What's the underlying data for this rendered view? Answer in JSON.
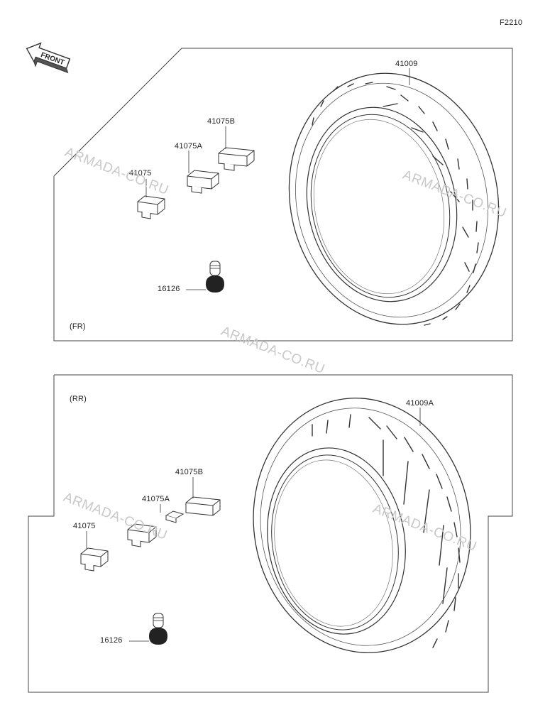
{
  "figure_code": "F2210",
  "front_label": "FRONT",
  "watermark": "ARMADA-CO.RU",
  "front_section": {
    "tag": "(FR)",
    "parts": {
      "tire": "41009",
      "weight_b": "41075B",
      "weight_a": "41075A",
      "weight": "41075",
      "valve": "16126"
    }
  },
  "rear_section": {
    "tag": "(RR)",
    "parts": {
      "tire": "41009A",
      "weight_b": "41075B",
      "weight_a": "41075A",
      "weight": "41075",
      "valve": "16126"
    }
  }
}
